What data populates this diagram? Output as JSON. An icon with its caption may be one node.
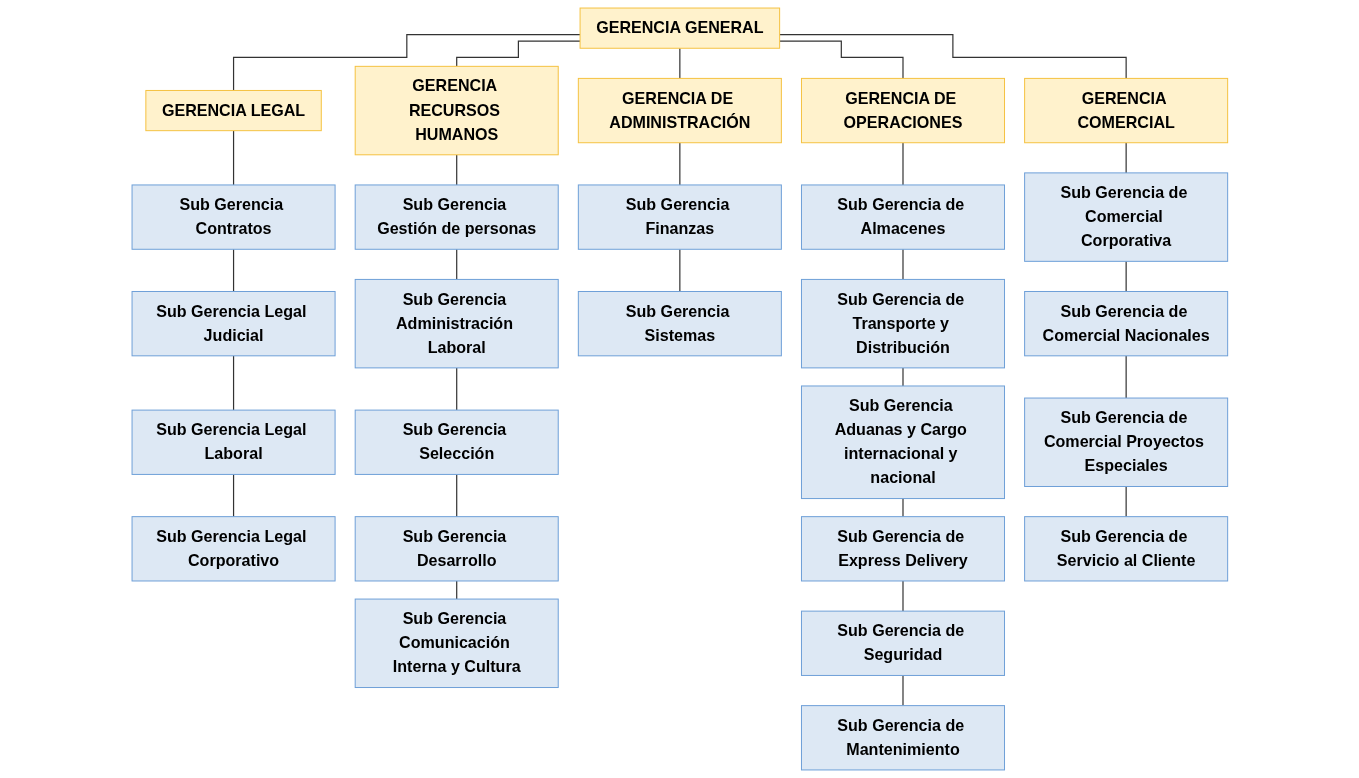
{
  "diagram": {
    "nodes": [
      {
        "text": [
          "GERENCIA GENERAL"
        ]
      },
      {
        "text": [
          "GERENCIA LEGAL"
        ]
      },
      {
        "text": [
          "Sub Gerencia Contratos"
        ]
      },
      {
        "text": [
          "Sub Gerencia Legal Judicial"
        ]
      },
      {
        "text": [
          "Sub Gerencia Legal Laboral"
        ]
      },
      {
        "text": [
          "Sub Gerencia Legal Corporativo"
        ]
      },
      {
        "text": [
          "GERENCIA RECURSOS HUMANOS"
        ]
      },
      {
        "text": [
          "Sub Gerencia Gestión de personas"
        ]
      },
      {
        "text": [
          "Sub Gerencia Administración Laboral"
        ]
      },
      {
        "text": [
          "Sub Gerencia Selección"
        ]
      },
      {
        "text": [
          "Sub Gerencia Desarrollo"
        ]
      },
      {
        "text": [
          "Sub Gerencia Comunicación Interna y Cultura"
        ]
      },
      {
        "text": [
          "GERENCIA DE ADMINISTRACIÓN"
        ]
      },
      {
        "text": [
          "Sub Gerencia Finanzas"
        ]
      },
      {
        "text": [
          "Sub Gerencia Sistemas"
        ]
      },
      {
        "text": [
          "GERENCIA DE OPERACIONES"
        ]
      },
      {
        "text": [
          "Sub Gerencia de Almacenes"
        ]
      },
      {
        "text": [
          "Sub Gerencia de Transporte y Distribución"
        ]
      },
      {
        "text": [
          "Sub Gerencia Aduanas y Cargo internacional y nacional"
        ]
      },
      {
        "text": [
          "Sub Gerencia de Express Delivery"
        ]
      },
      {
        "text": [
          "Sub Gerencia de Seguridad"
        ]
      },
      {
        "text": [
          "Sub Gerencia de Mantenimiento"
        ]
      },
      {
        "text": [
          "GERENCIA COMERCIAL"
        ]
      },
      {
        "text": [
          "Sub Gerencia de Comercial Corporativa"
        ]
      },
      {
        "text": [
          "Sub Gerencia de Comercial Nacionales"
        ]
      },
      {
        "text": [
          "Sub Gerencia de Comercial Proyectos Especiales"
        ]
      },
      {
        "text": [
          "Sub Gerencia de Servicio al Cliente"
        ]
      }
    ],
    "edges": [
      {
        "from": 0,
        "to": 1,
        "arrow": "none"
      },
      {
        "from": 0,
        "to": 6,
        "arrow": "none"
      },
      {
        "from": 0,
        "to": 12,
        "arrow": "none"
      },
      {
        "from": 0,
        "to": 15,
        "arrow": "none"
      },
      {
        "from": 0,
        "to": 22,
        "arrow": "none"
      },
      {
        "from": 1,
        "to": 2,
        "arrow": "none"
      },
      {
        "from": 2,
        "to": 3,
        "arrow": "none"
      },
      {
        "from": 3,
        "to": 4,
        "arrow": "none"
      },
      {
        "from": 4,
        "to": 5,
        "arrow": "none"
      },
      {
        "from": 6,
        "to": 7,
        "arrow": "none"
      },
      {
        "from": 7,
        "to": 8,
        "arrow": "none"
      },
      {
        "from": 8,
        "to": 9,
        "arrow": "none"
      },
      {
        "from": 9,
        "to": 10,
        "arrow": "none"
      },
      {
        "from": 10,
        "to": 11,
        "arrow": "none"
      },
      {
        "from": 12,
        "to": 13,
        "arrow": "none"
      },
      {
        "from": 13,
        "to": 14,
        "arrow": "none"
      },
      {
        "from": 15,
        "to": 16,
        "arrow": "none"
      },
      {
        "from": 16,
        "to": 17,
        "arrow": "none"
      },
      {
        "from": 17,
        "to": 18,
        "arrow": "none"
      },
      {
        "from": 18,
        "to": 19,
        "arrow": "none"
      },
      {
        "from": 19,
        "to": 20,
        "arrow": "none"
      },
      {
        "from": 20,
        "to": 21,
        "arrow": "none"
      },
      {
        "from": 22,
        "to": 23,
        "arrow": "none"
      },
      {
        "from": 23,
        "to": 24,
        "arrow": "none"
      },
      {
        "from": 24,
        "to": 25,
        "arrow": "none"
      },
      {
        "from": 25,
        "to": 26,
        "arrow": "none"
      }
    ]
  }
}
